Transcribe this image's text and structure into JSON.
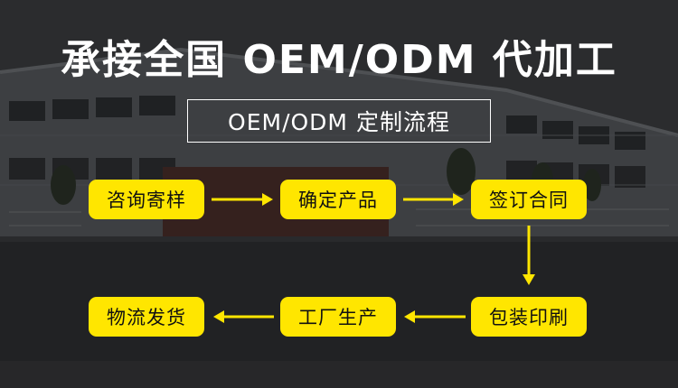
{
  "title": "承接全国 OEM/ODM 代加工",
  "subtitle": "OEM/ODM 定制流程",
  "steps": [
    "咨询寄样",
    "确定产品",
    "签订合同",
    "包装印刷",
    "工厂生产",
    "物流发货"
  ],
  "colors": {
    "step_fill": "#ffe600",
    "arrow": "#ffe600",
    "title_text": "#ffffff",
    "step_text": "#111111"
  }
}
